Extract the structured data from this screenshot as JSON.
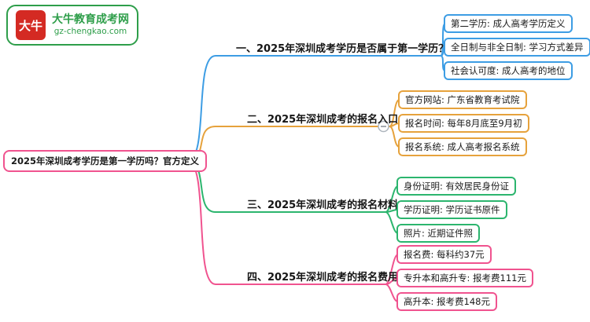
{
  "logo": {
    "mark": "大牛",
    "title": "大牛教育成考网",
    "subtitle": "gz-chengkao.com"
  },
  "root": {
    "label": "2025年深圳成考学历是第一学历吗？官方定义"
  },
  "branches": [
    {
      "label": "一、2025年深圳成考学历是否属于第一学历？",
      "color": "#3d9de4",
      "leaves": [
        "第二学历: 成人高考学历定义",
        "全日制与非全日制: 学习方式差异",
        "社会认可度: 成人高考的地位"
      ]
    },
    {
      "label": "二、2025年深圳成考的报名入口",
      "color": "#e6a23c",
      "leaves": [
        "官方网站: 广东省教育考试院",
        "报名时间: 每年8月底至9月初",
        "报名系统: 成人高考报名系统"
      ]
    },
    {
      "label": "三、2025年深圳成考的报名材料",
      "color": "#2cb56e",
      "leaves": [
        "身份证明: 有效居民身份证",
        "学历证明: 学历证书原件",
        "照片: 近期证件照"
      ]
    },
    {
      "label": "四、2025年深圳成考的报名费用",
      "color": "#f0538f",
      "leaves": [
        "报名费: 每科约37元",
        "专升本和高升专: 报考费111元",
        "高升本: 报考费148元"
      ]
    }
  ],
  "colors": {
    "root_border": "#f0538f",
    "logo_red": "#d42a23",
    "logo_green": "#2e9e4a",
    "toggle_border": "#adb5bd"
  }
}
